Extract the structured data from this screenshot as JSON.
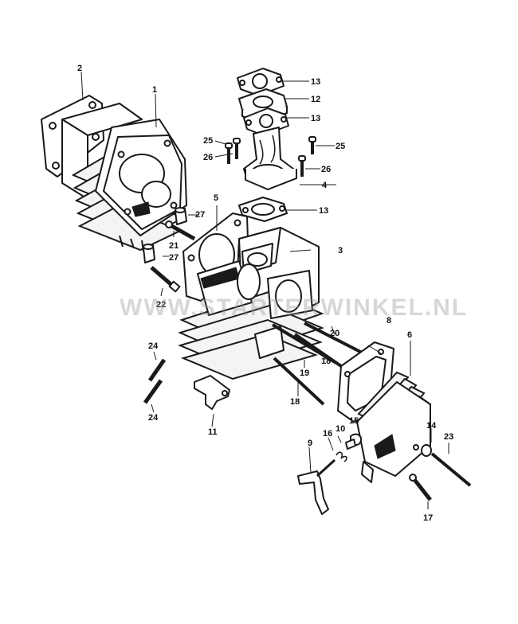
{
  "watermark": "WWW.STARTERWINKEL.NL",
  "callouts": {
    "c1": "1",
    "c2": "2",
    "c3": "3",
    "c4": "4",
    "c5": "5",
    "c6": "6",
    "c8": "8",
    "c9": "9",
    "c10": "10",
    "c11": "11",
    "c12": "12",
    "c13a": "13",
    "c13b": "13",
    "c13c": "13",
    "c14": "14",
    "c15": "15",
    "c16": "16",
    "c17": "17",
    "c18a": "18",
    "c18b": "18",
    "c19": "19",
    "c20": "20",
    "c21": "21",
    "c22": "22",
    "c23": "23",
    "c24a": "24",
    "c24b": "24",
    "c25a": "25",
    "c25b": "25",
    "c26a": "26",
    "c26b": "26",
    "c27a": "27",
    "c27b": "27"
  }
}
